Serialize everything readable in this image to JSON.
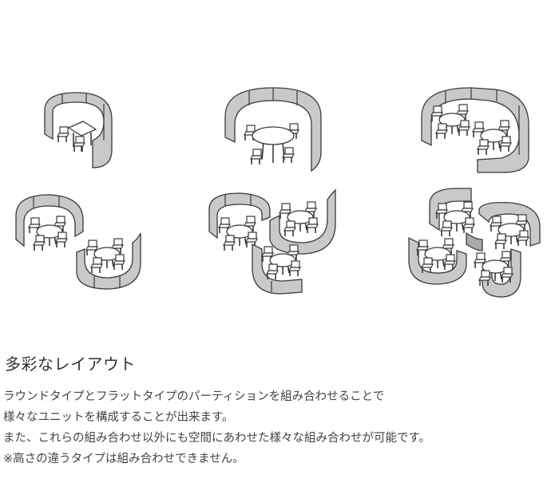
{
  "heading": "多彩なレイアウト",
  "description": [
    "ラウンドタイプとフラットタイプのパーティションを組み合わせることで",
    "様々なユニットを構成することが出来ます。",
    "また、これらの組み合わせ以外にも空間にあわせた様々な組み合わせが可能です。",
    "※高さの違うタイプは組み合わせできません。"
  ]
}
